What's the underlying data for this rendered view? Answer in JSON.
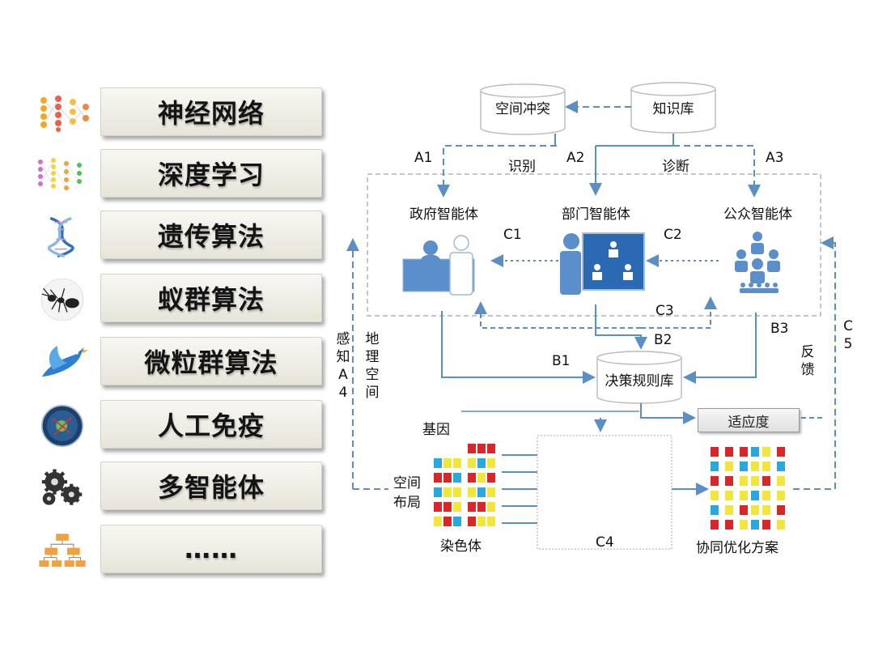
{
  "methods": [
    {
      "label": "神经网络",
      "icon": "neural-network-icon"
    },
    {
      "label": "深度学习",
      "icon": "deep-learning-icon"
    },
    {
      "label": "遗传算法",
      "icon": "dna-icon"
    },
    {
      "label": "蚁群算法",
      "icon": "ant-icon"
    },
    {
      "label": "微粒群算法",
      "icon": "bird-icon"
    },
    {
      "label": "人工免疫",
      "icon": "immune-cell-icon"
    },
    {
      "label": "多智能体",
      "icon": "gears-icon"
    },
    {
      "label": "……",
      "icon": "org-chart-icon"
    }
  ],
  "diagram": {
    "db_space_conflict": "空间冲突",
    "db_knowledge": "知识库",
    "db_decision": "决策规则库",
    "label_identify": "识别",
    "label_diagnose": "诊断",
    "A1": "A1",
    "A2": "A2",
    "A3": "A3",
    "agent_gov": "政府智能体",
    "agent_dept": "部门智能体",
    "agent_public": "公众智能体",
    "C1": "C1",
    "C2": "C2",
    "C3": "C3",
    "C4": "C4",
    "B1": "B1",
    "B2": "B2",
    "B3": "B3",
    "perceive_text": "感知A4",
    "geo_space": "地理空间",
    "feedback": "反馈",
    "c5_text": "C5",
    "gene": "基因",
    "space_layout_1": "空间",
    "space_layout_2": "布局",
    "chromosome": "染色体",
    "fitness": "适应度",
    "coop_plan": "协同优化方案"
  },
  "colors": {
    "arrow": "#5b8fc3",
    "icon_blue": "#4e86c4",
    "red": "#d8262b",
    "yellow": "#f3e63a",
    "cyan": "#29a7df"
  }
}
